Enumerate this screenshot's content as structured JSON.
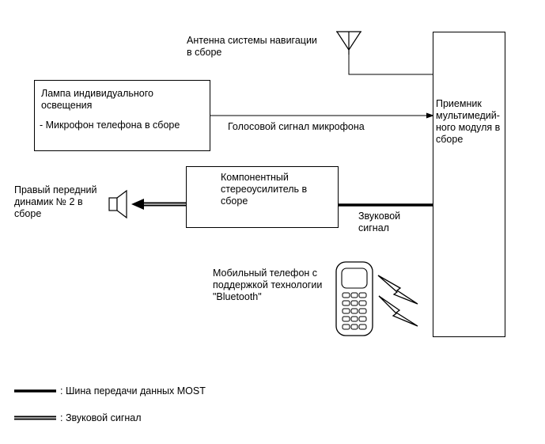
{
  "components": {
    "antenna": {
      "label": "Антенна системы навигации\nв сборе"
    },
    "lamp": {
      "label": "Лампа индивидуального\nосвещения",
      "sub_label": "- Микрофон телефона в сборе"
    },
    "receiver": {
      "label": "Приемник\nмультимедий-\nного модуля в\nсборе"
    },
    "amplifier": {
      "label": "Компонентный\nстереоусилитель в\nсборе"
    },
    "speaker": {
      "label": "Правый передний\nдинамик № 2 в\nсборе"
    },
    "phone": {
      "label": "Мобильный телефон с\nподдержкой технологии\n\"Bluetooth\""
    }
  },
  "signals": {
    "mic_signal": "Голосовой сигнал микрофона",
    "audio_signal": "Звуковой\nсигнал"
  },
  "legend": [
    {
      "name": "most-bus",
      "label": ": Шина передачи данных MOST"
    },
    {
      "name": "audio-signal",
      "label": ": Звуковой сигнал"
    }
  ],
  "colors": {
    "line": "#000000",
    "background": "#ffffff"
  }
}
